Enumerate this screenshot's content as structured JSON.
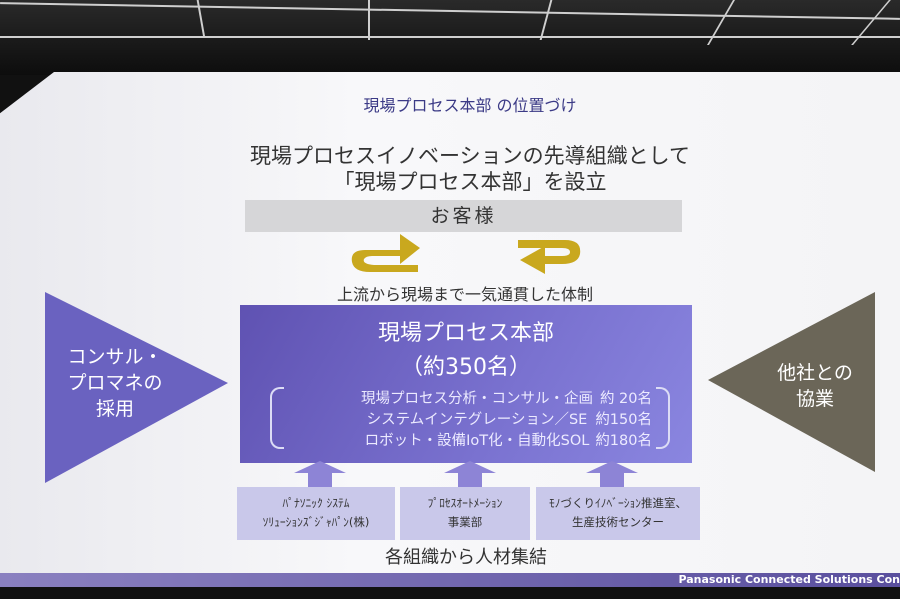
{
  "slide": {
    "title": "現場プロセス本部 の位置づけ",
    "subtitle_line1": "現場プロセスイノベーションの先導組織として",
    "subtitle_line2": "「現場プロセス本部」を設立",
    "customer": "お客様",
    "flow_label": "上流から現場まで一気通貫した体制",
    "main_box": {
      "title": "現場プロセス本部",
      "count": "（約350名）",
      "rows": [
        {
          "label": "現場プロセス分析・コンサル・企画",
          "count": "約 20名"
        },
        {
          "label": "システムインテグレーション／SE",
          "count": "約150名"
        },
        {
          "label": "ロボット・設備IoT化・自動化SOL",
          "count": "約180名"
        }
      ]
    },
    "left_triangle": {
      "line1": "コンサル・",
      "line2": "プロマネの",
      "line3": "採用"
    },
    "right_triangle": {
      "line1": "他社との",
      "line2": "協業"
    },
    "source_boxes": [
      {
        "line1": "ﾊﾟﾅｿﾆｯｸ ｼｽﾃﾑ",
        "line2": "ｿﾘｭｰｼｮﾝｽﾞｼﾞｬﾊﾟﾝ(株)"
      },
      {
        "line1": "ﾌﾟﾛｾｽｵｰﾄﾒｰｼｮﾝ",
        "line2": "事業部"
      },
      {
        "line1": "ﾓﾉづくりｲﾉﾍﾞｰｼｮﾝ推進室、",
        "line2": "生産技術センター"
      }
    ],
    "bottom_label": "各組織から人材集結",
    "footer": "Panasonic Connected Solutions Con",
    "colors": {
      "purple": "#6a5fc0",
      "arrow_yellow": "#c9a81e",
      "partner_gray": "#6b6658",
      "box_light": "#c9c8ea"
    }
  }
}
